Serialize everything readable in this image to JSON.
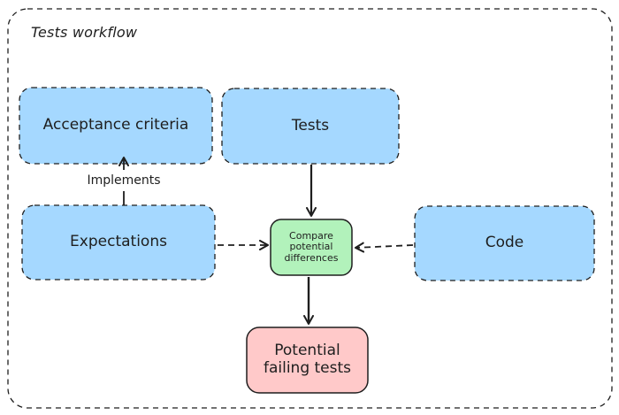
{
  "title": "Tests workflow",
  "nodes": {
    "acceptance": {
      "label": "Acceptance criteria"
    },
    "tests": {
      "label": "Tests"
    },
    "expectations": {
      "label": "Expectations"
    },
    "compare": {
      "label_lines": [
        "Compare",
        "potential",
        "differences"
      ]
    },
    "code": {
      "label": "Code"
    },
    "failing": {
      "label_lines": [
        "Potential",
        "failing tests"
      ]
    }
  },
  "edges": {
    "implements": {
      "label": "Implements"
    }
  },
  "colors": {
    "blue_fill": "#a5d8ff",
    "green_fill": "#b2f2bb",
    "red_fill": "#ffc9c9",
    "stroke": "#1e1e1e"
  }
}
